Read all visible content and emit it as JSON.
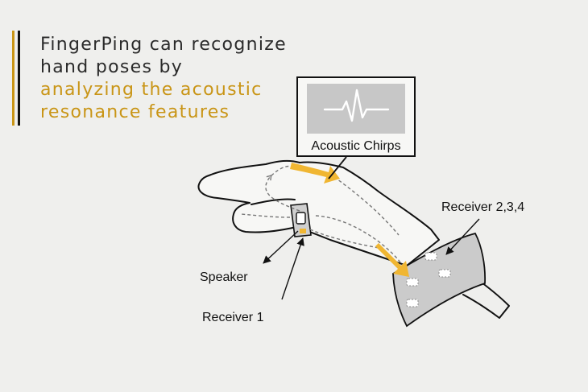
{
  "headline": {
    "lines": [
      "FingerPing can recognize",
      "hand poses by",
      "analyzing the acoustic",
      "resonance features"
    ]
  },
  "diagram": {
    "chirp_box_label": "Acoustic Chirps",
    "labels": {
      "speaker": "Speaker",
      "receiver_1": "Receiver 1",
      "receiver_234": "Receiver 2,3,4"
    }
  },
  "colors": {
    "accent": "#c99516",
    "text": "#2b2b2b",
    "background": "#efefed",
    "arrow": "#f0b632",
    "band": "#cbcbcb"
  }
}
